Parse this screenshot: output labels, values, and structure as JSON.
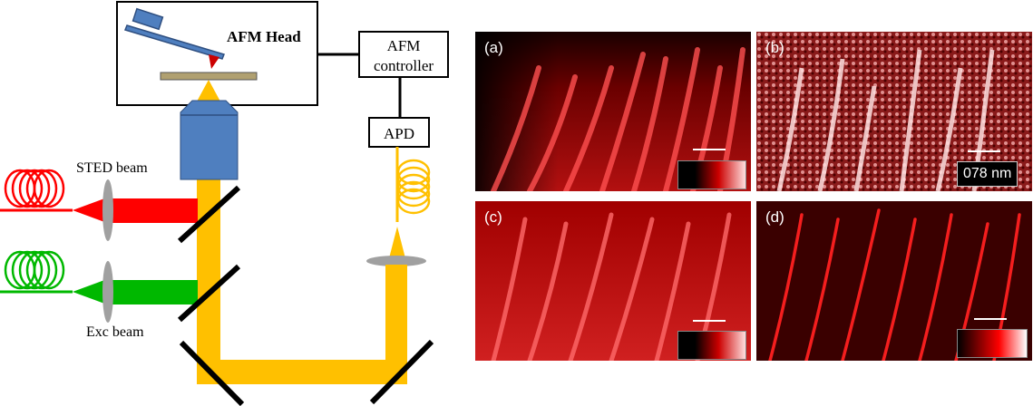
{
  "schematic": {
    "afm_head_label": "AFM Head",
    "afm_controller_label": "AFM controller",
    "afm_controller_line1": "AFM",
    "afm_controller_line2": "controller",
    "apd_label": "APD",
    "sted_beam_label": "STED beam",
    "exc_beam_label": "Exc beam"
  },
  "panels": [
    {
      "id": "a",
      "label": "(a)",
      "style": "red-fluorescence",
      "colorbar": "black-red-white"
    },
    {
      "id": "b",
      "label": "(b)",
      "style": "afm-height",
      "scale_text": "078 nm"
    },
    {
      "id": "c",
      "label": "(c)",
      "style": "red-fluorescence",
      "colorbar": "black-red-white"
    },
    {
      "id": "d",
      "label": "(d)",
      "style": "red-sharp",
      "colorbar": "black-red-white"
    }
  ],
  "colors": {
    "sted": "#ff0000",
    "excitation": "#00b800",
    "detection": "#ffc000",
    "objective": "#4f7fbf",
    "cantilever": "#4f7fbf",
    "tip": "#cc0000",
    "sample": "#b0a070"
  }
}
